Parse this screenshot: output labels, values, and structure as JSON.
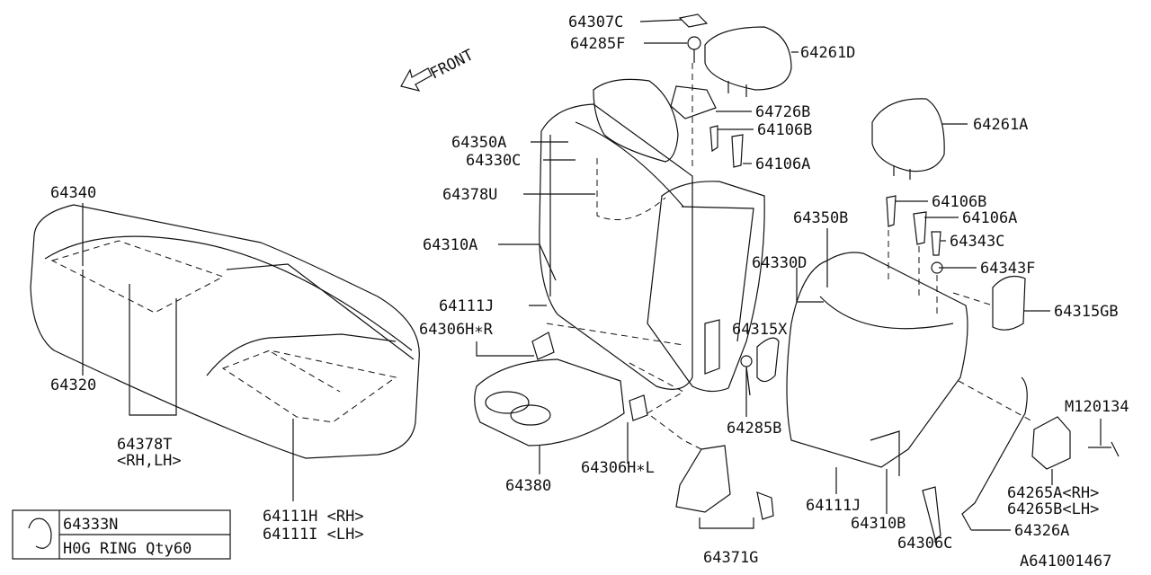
{
  "direction_label": "FRONT",
  "diagram_code": "A641001467",
  "legend": {
    "part": "64333N",
    "description": "H0G RING Qty60"
  },
  "parts": {
    "p64307C": "64307C",
    "p64285F": "64285F",
    "p64261D": "64261D",
    "p64726B": "64726B",
    "p64106B_1": "64106B",
    "p64106A_1": "64106A",
    "p64350A": "64350A",
    "p64330C": "64330C",
    "p64378U": "64378U",
    "p64310A": "64310A",
    "p64111J_1": "64111J",
    "p64306HR": "64306H∗R",
    "p64315X": "64315X",
    "p64285B": "64285B",
    "p64380": "64380",
    "p64306HL": "64306H∗L",
    "p64371G": "64371G",
    "p64340": "64340",
    "p64320": "64320",
    "p64378T": "64378T",
    "p64378T_side": "<RH,LH>",
    "p64111H": "64111H <RH>",
    "p64111I": "64111I <LH>",
    "p64261A": "64261A",
    "p64106B_2": "64106B",
    "p64106A_2": "64106A",
    "p64350B": "64350B",
    "p64343C": "64343C",
    "p64330D": "64330D",
    "p64343F": "64343F",
    "p64315GB": "64315GB",
    "pM120134": "M120134",
    "p64265A": "64265A<RH>",
    "p64265B": "64265B<LH>",
    "p64111J_2": "64111J",
    "p64310B": "64310B",
    "p64306C": "64306C",
    "p64326A": "64326A"
  }
}
